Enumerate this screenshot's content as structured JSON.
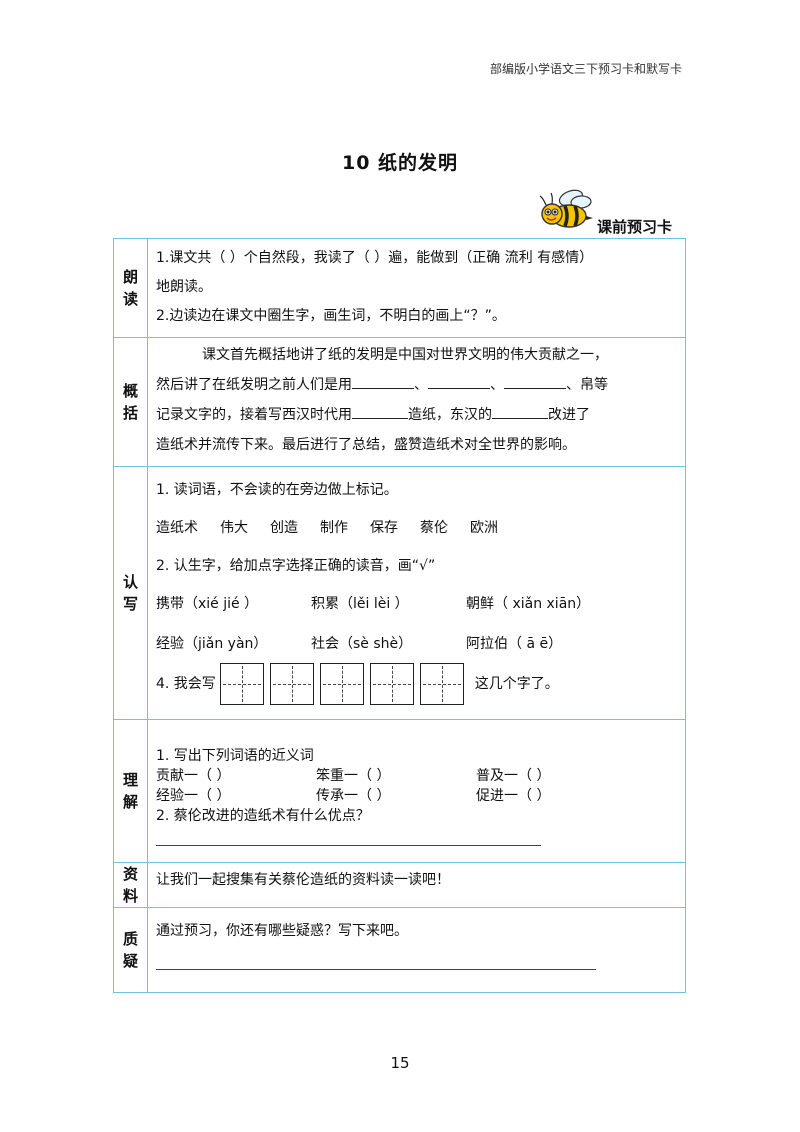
{
  "header": {
    "book_title": "部编版小学语文三下预习卡和默写卡"
  },
  "lesson": {
    "title": "10 纸的发明"
  },
  "badge": {
    "label": "课前预习卡"
  },
  "sections": {
    "reading": {
      "label": [
        "朗",
        "读"
      ],
      "line1": "1.课文共（    ）个自然段，我读了（    ）遍，能做到（正确 流利 有感情）",
      "line2": "地朗读。",
      "line3": "2.边读边在课文中圈生字，画生词，不明白的画上“？”。"
    },
    "summary": {
      "label": [
        "概",
        "括"
      ],
      "line1": "课文首先概括地讲了纸的发明是中国对世界文明的伟大贡献之一，",
      "line2_a": "然后讲了在纸发明之前人们是用",
      "sep1": "、",
      "sep2": "、",
      "line2_b": "、帛等",
      "line3_a": "记录文字的，接着写西汉时代用",
      "line3_b": "造纸，东汉的",
      "line3_c": "改进了",
      "line4": "造纸术并流传下来。最后进行了总结，盛赞造纸术对全世界的影响。"
    },
    "recognize": {
      "label": [
        "认",
        "写"
      ],
      "q1": "1. 读词语，不会读的在旁边做上标记。",
      "words": [
        "造纸术",
        "伟大",
        "创造",
        "制作",
        "保存",
        "蔡伦",
        "欧洲"
      ],
      "q2": "2. 认生字，给加点字选择正确的读音，画“√”",
      "pinyin_row1": [
        "携带（xié  jié ）",
        "积累（lěi   lèi ）",
        "朝鲜（ xiǎn  xiān）"
      ],
      "pinyin_row2": [
        "经验（jiǎn  yàn）",
        "社会（sè    shè）",
        "阿拉伯（ ā     ē）"
      ],
      "q4_prefix": "4. 我会写",
      "q4_suffix": "这几个字了。"
    },
    "understand": {
      "label": [
        "理",
        "解"
      ],
      "q1": "1. 写出下列词语的近义词",
      "syn_row1": [
        "贡献一（      ）",
        "笨重一（      ）",
        "普及一（      ）"
      ],
      "syn_row2": [
        "经验一（      ）",
        "传承一（      ）",
        "促进一（      ）"
      ],
      "q2": "2. 蔡伦改进的造纸术有什么优点？"
    },
    "materials": {
      "label": [
        "资",
        "料"
      ],
      "text": "让我们一起搜集有关蔡伦造纸的资料读一读吧！"
    },
    "questions": {
      "label": [
        "质",
        "疑"
      ],
      "text": "通过预习，你还有哪些疑惑？写下来吧。"
    }
  },
  "footer": {
    "page_number": "15"
  }
}
